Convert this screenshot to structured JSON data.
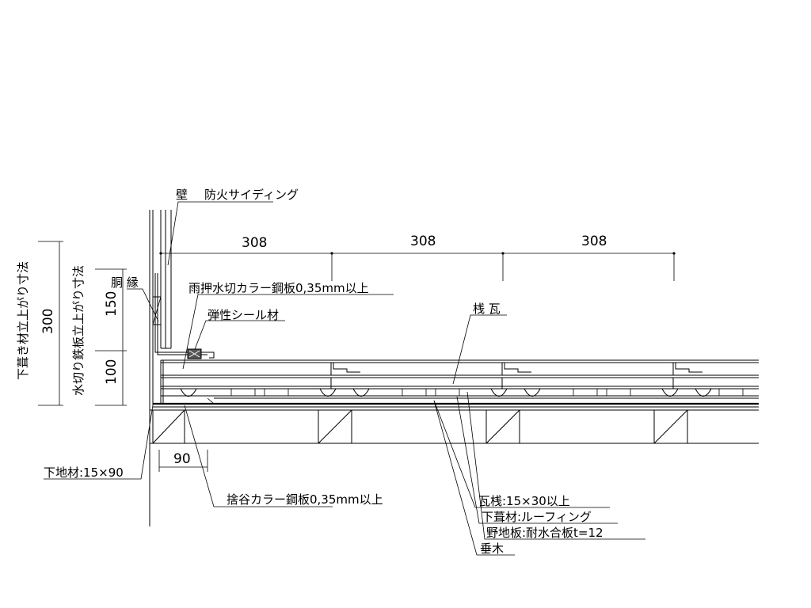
{
  "labels": {
    "wall": "壁",
    "siding": "防火サイディング",
    "flashing": "雨押水切カラー鋼板0,35mm以上",
    "sealant": "弾性シール材",
    "tile": "桟 瓦",
    "girth": "胴 縁",
    "base_strip": "下地材:15×90",
    "ridge_plate": "捨谷カラー鋼板0,35mm以上",
    "batten": "瓦桟:15×30以上",
    "underlay": "下葺材:ルーフィング",
    "sheathing": "野地板:耐水合板t=12",
    "rafter": "垂木"
  },
  "dimensions": {
    "pitch_1": "308",
    "pitch_2": "308",
    "pitch_3": "308",
    "upturn_underlay_value": "300",
    "upturn_underlay_label": "下葺き材立上がり寸法",
    "upturn_flashing_label": "水切り鉄板立上がり寸法",
    "flashing_top": "150",
    "flashing_bottom": "100",
    "base_width": "90"
  }
}
